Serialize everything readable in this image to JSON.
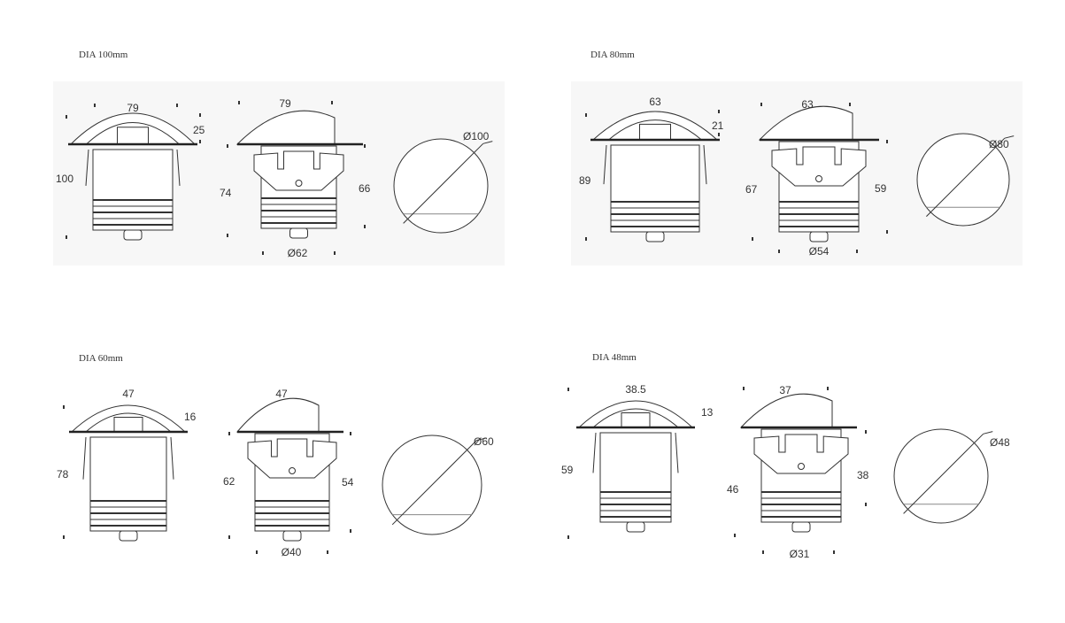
{
  "panels": [
    {
      "title": "DIA 100mm",
      "front_width": "79",
      "front_cap_height": "25",
      "front_height": "100",
      "side_width": "79",
      "side_total_height": "74",
      "side_body_height": "66",
      "side_diameter": "Ø62",
      "circle_diameter": "Ø100"
    },
    {
      "title": "DIA 80mm",
      "front_width": "63",
      "front_cap_height": "21",
      "front_height": "89",
      "side_width": "63",
      "side_total_height": "67",
      "side_body_height": "59",
      "side_diameter": "Ø54",
      "circle_diameter": "Ø80"
    },
    {
      "title": "DIA 60mm",
      "front_width": "47",
      "front_cap_height": "16",
      "front_height": "78",
      "side_width": "47",
      "side_total_height": "62",
      "side_body_height": "54",
      "side_diameter": "Ø40",
      "circle_diameter": "Ø60"
    },
    {
      "title": "DIA 48mm",
      "front_width": "38.5",
      "front_cap_height": "13",
      "front_height": "59",
      "side_width": "37",
      "side_total_height": "46",
      "side_body_height": "38",
      "side_diameter": "Ø31",
      "circle_diameter": "Ø48"
    }
  ]
}
